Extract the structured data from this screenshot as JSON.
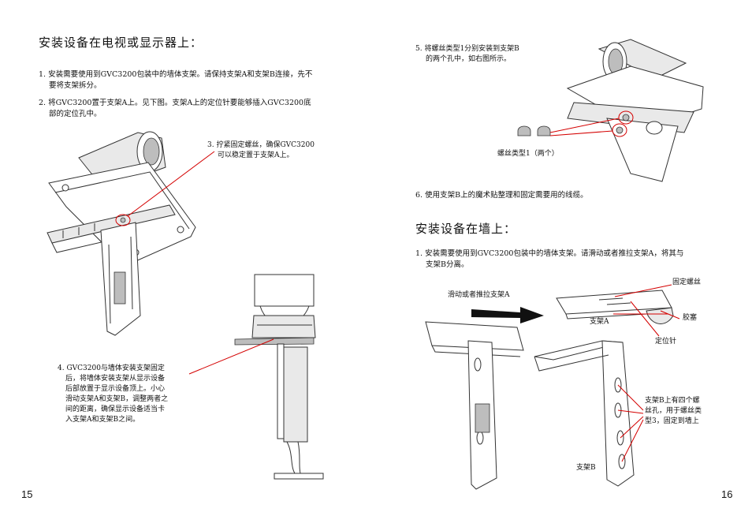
{
  "left": {
    "title": "安装设备在电视或显示器上：",
    "step1_line1": "1. 安装需要使用到GVC3200包装中的墙体支架。请保持支架A和支架B连接，先不",
    "step1_line2": "要将支架拆分。",
    "step2_line1": "2. 将GVC3200置于支架A上。见下图。支架A上的定位针要能够插入GVC3200底",
    "step2_line2": "部的定位孔中。",
    "step3_line1": "3. 拧紧固定螺丝，确保GVC3200",
    "step3_line2": "可以稳定置于支架A上。",
    "step4_lines": [
      "4. GVC3200与墙体安装支架固定",
      "后，将墙体安装支架从显示设备",
      "后部放置于显示设备顶上。小心",
      "滑动支架A和支架B，调整两者之",
      "间的距离，确保显示设备适当卡",
      "入支架A和支架B之间。"
    ],
    "page_number": "15"
  },
  "right": {
    "step5_line1": "5. 将螺丝类型1分别安装到支架B",
    "step5_line2": "的两个孔中，如右图所示。",
    "screw_label": "螺丝类型1（两个）",
    "step6": "6. 使用支架B上的魔术贴整理和固定需要用的线缆。",
    "wall_title": "安装设备在墙上：",
    "wall_step1_line1": "1. 安装需要使用到GVC3200包装中的墙体支架。请滑动或者推拉支架A，将其与",
    "wall_step1_line2": "支架B分离。",
    "slide_label": "滑动或者推拉支架A",
    "fix_screw_label": "固定螺丝",
    "bracket_a_label": "支架A",
    "rubber_label": "胶塞",
    "pin_label": "定位针",
    "bracket_b_note_lines": [
      "支架B上有四个螺",
      "丝孔，用于螺丝类",
      "型3，固定到墙上"
    ],
    "bracket_b_label": "支架B",
    "page_number": "16"
  }
}
